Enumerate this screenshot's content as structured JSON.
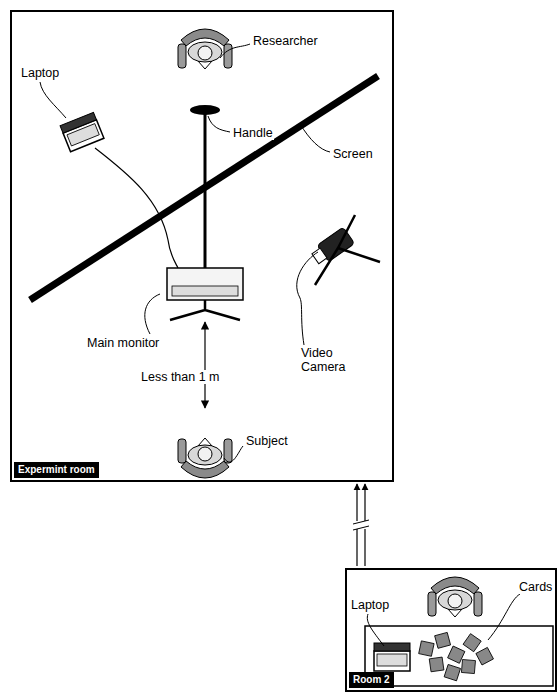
{
  "diagram": {
    "nodes": [
      {
        "text": [
          "Expermint room"
        ]
      },
      {
        "text": [
          "Room 2"
        ]
      }
    ],
    "edges": [
      {
        "from": 1,
        "to": 0,
        "arrow": "to"
      }
    ],
    "labels": [
      "Researcher",
      "Laptop",
      "Handle",
      "Screen",
      "Main monitor",
      "Video Camera",
      "Less than 1 m",
      "Subject",
      "Laptop",
      "Cards"
    ]
  }
}
